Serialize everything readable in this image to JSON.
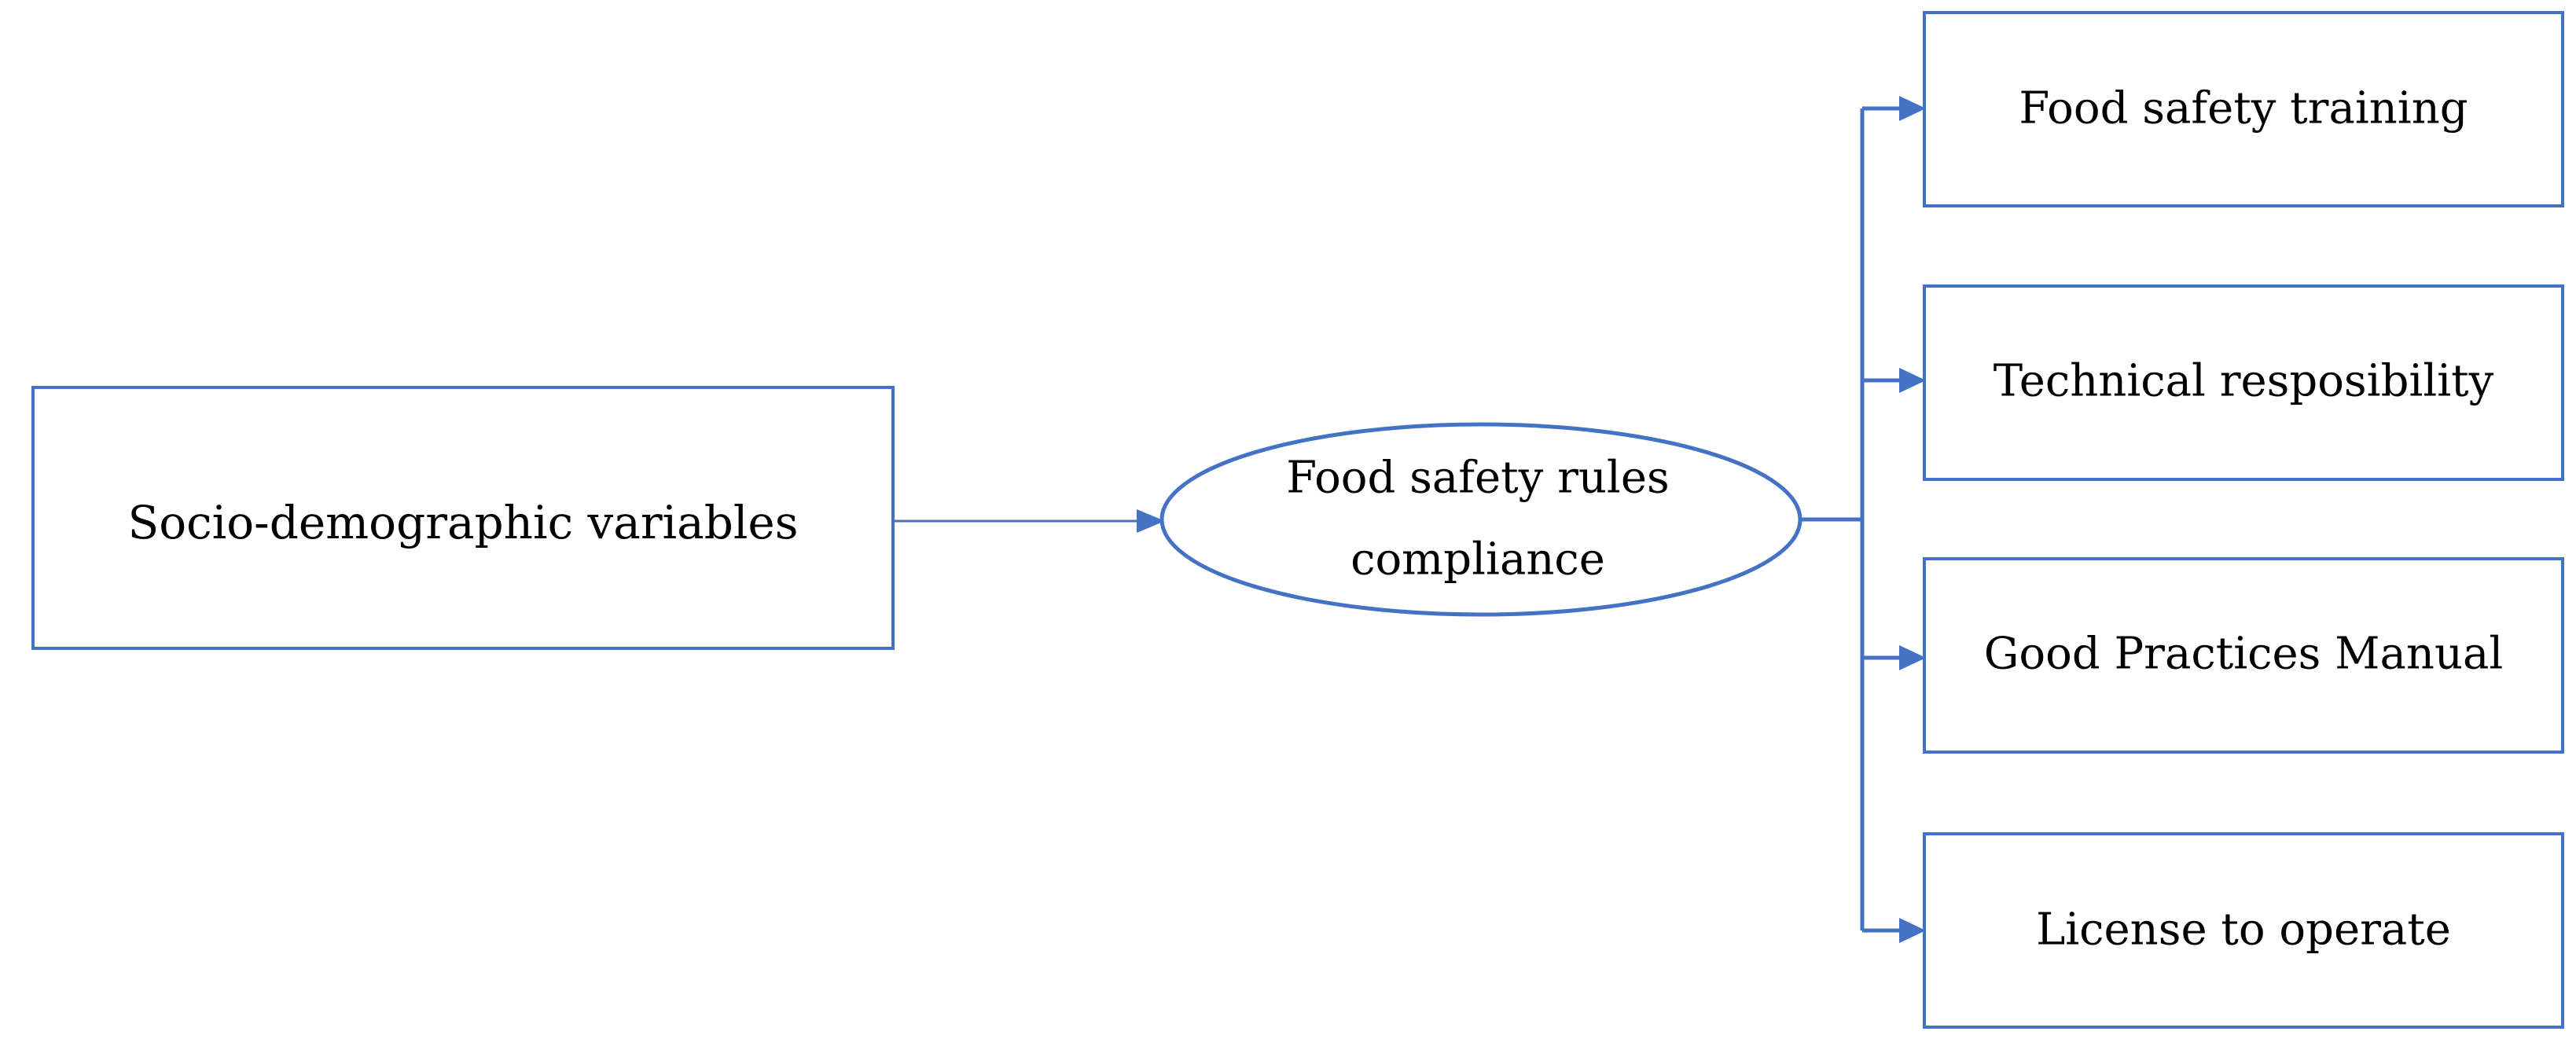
{
  "colors": {
    "stroke": "#4472C4",
    "text": "#000000",
    "background": "#FFFFFF"
  },
  "source": {
    "label": "Socio-demographic variables"
  },
  "center": {
    "label_line1": "Food safety rules",
    "label_line2": "compliance"
  },
  "outcomes": [
    {
      "label": "Food safety training"
    },
    {
      "label": "Technical resposibility"
    },
    {
      "label": "Good Practices Manual"
    },
    {
      "label": "License to operate"
    }
  ]
}
